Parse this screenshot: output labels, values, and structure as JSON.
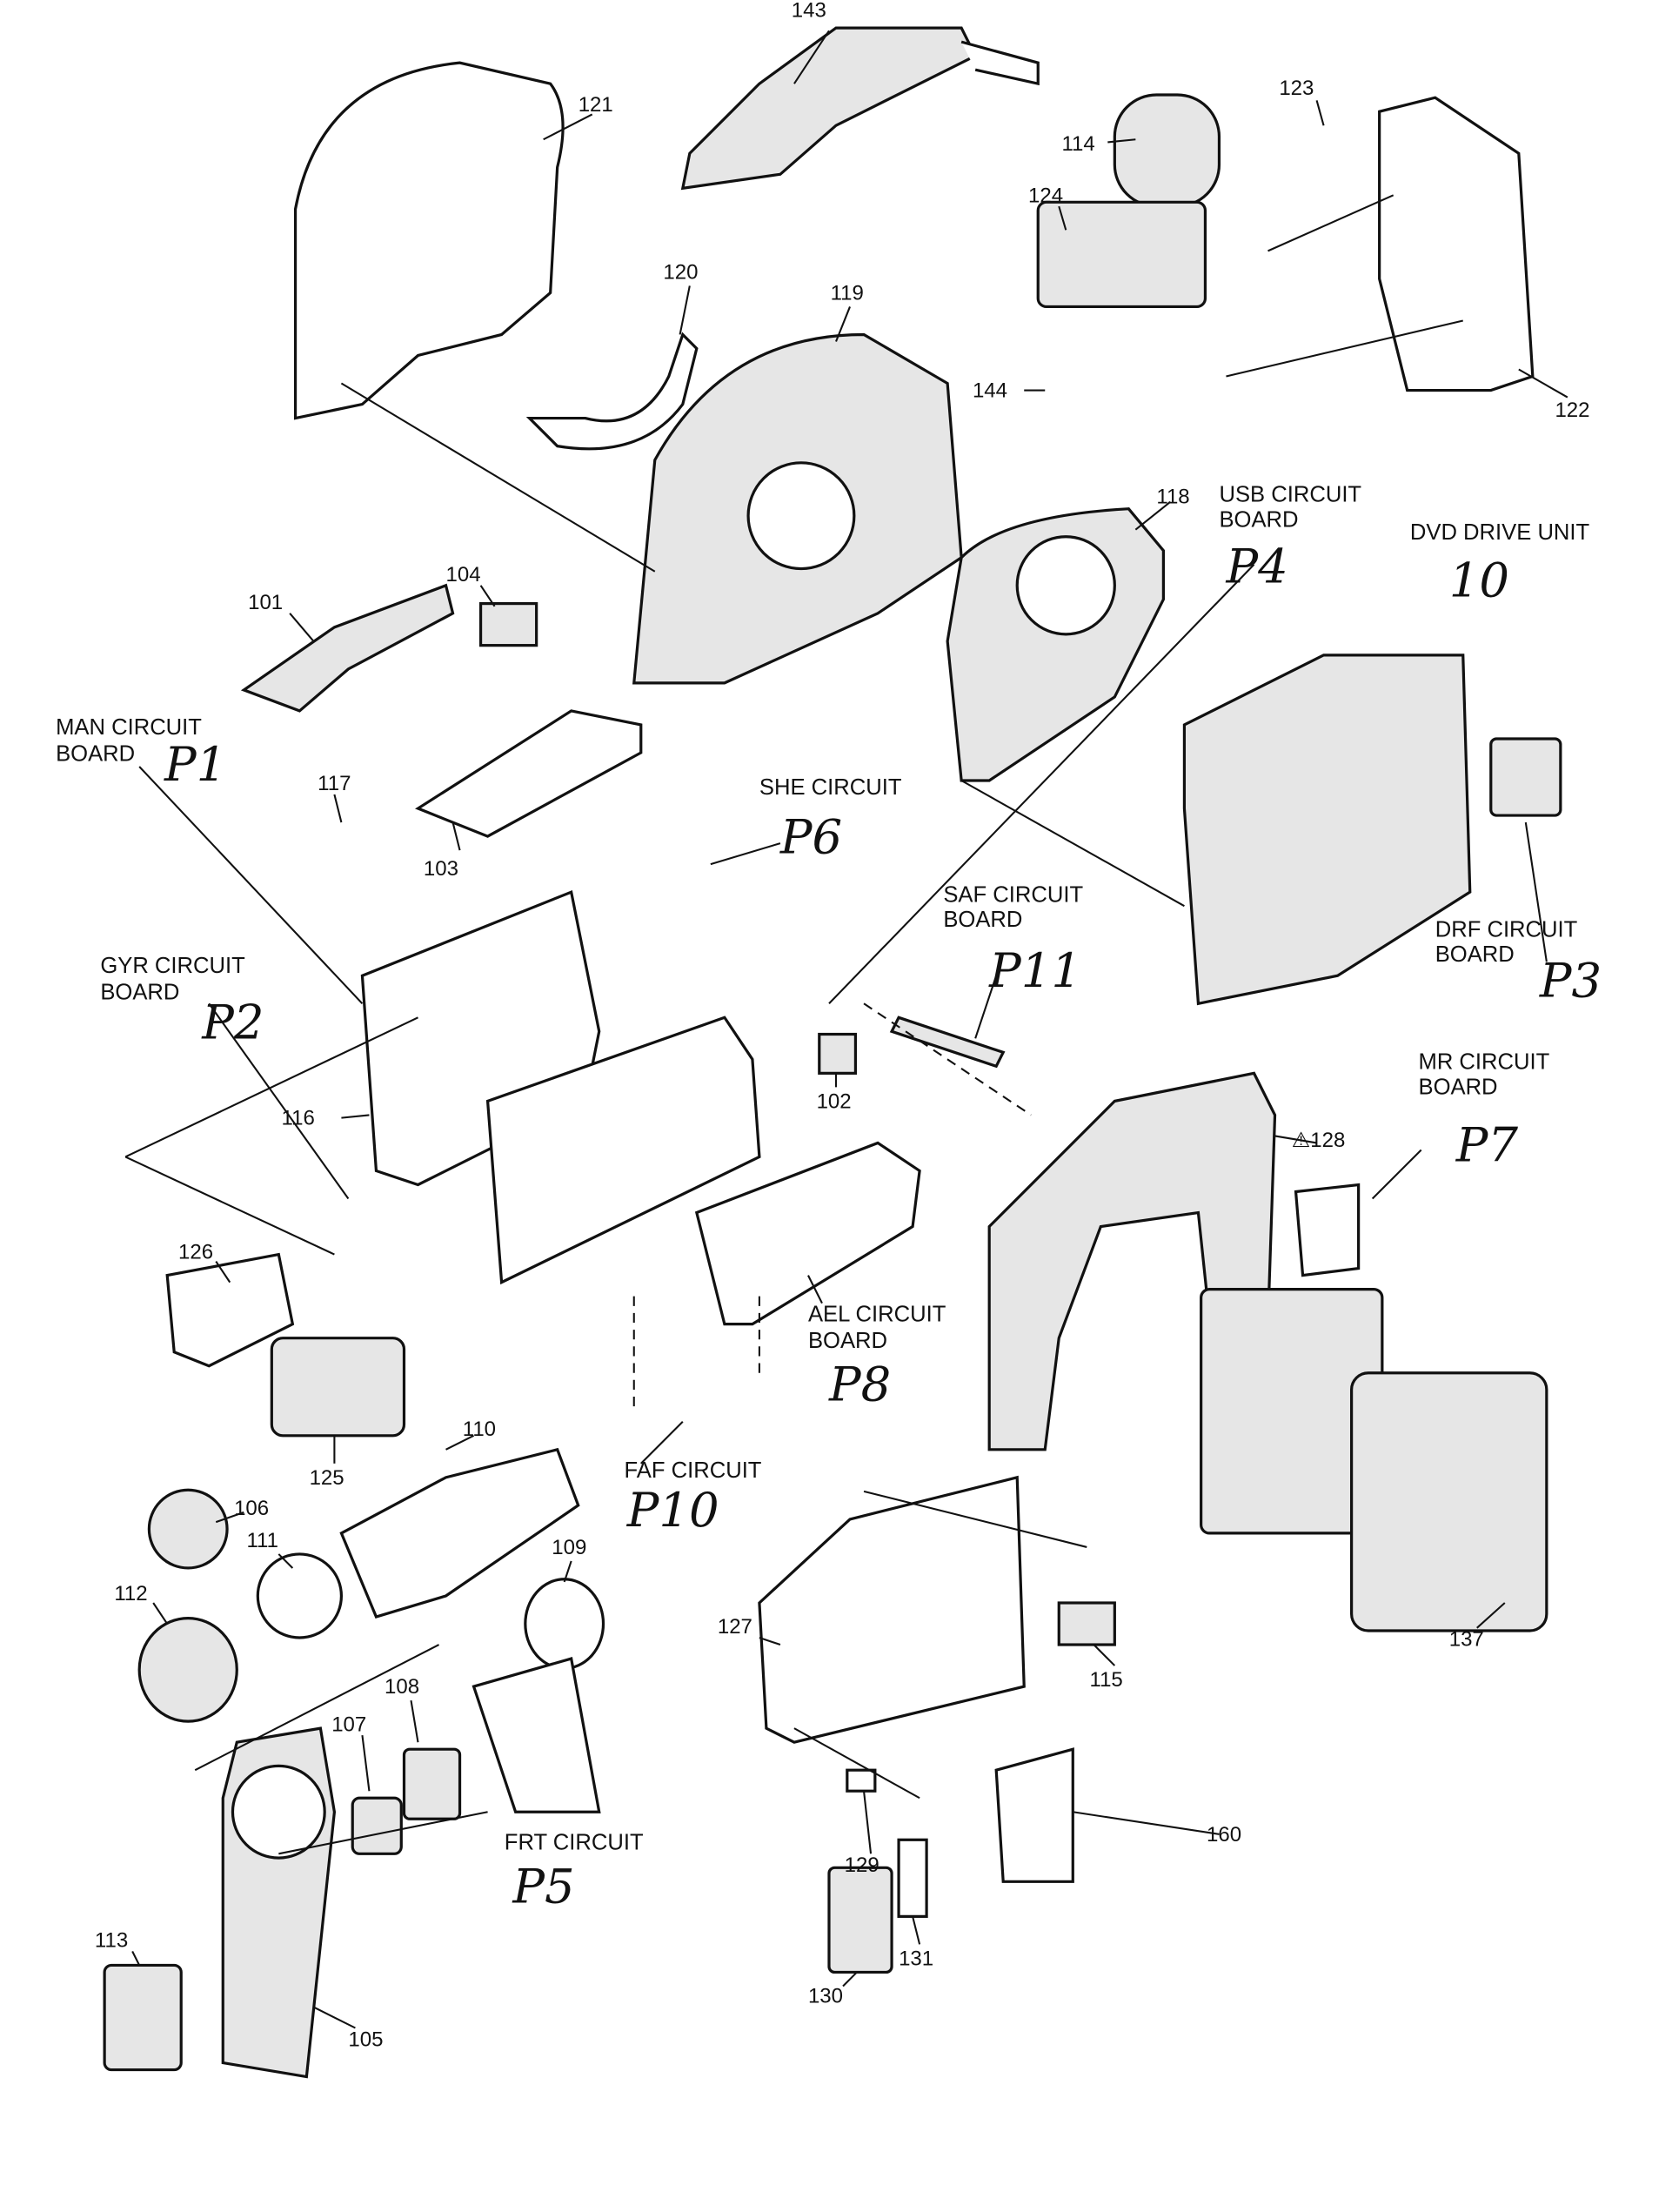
{
  "title": "Camcorder exploded parts diagram",
  "part_numbers": [
    "143",
    "121",
    "114",
    "123",
    "124",
    "120",
    "119",
    "144",
    "122",
    "118",
    "101",
    "104",
    "117",
    "103",
    "116",
    "102",
    "128",
    "126",
    "110",
    "125",
    "106",
    "111",
    "109",
    "112",
    "137",
    "127",
    "115",
    "108",
    "107",
    "129",
    "160",
    "113",
    "131",
    "130",
    "105"
  ],
  "warning_part": {
    "symbol": "⚠",
    "number": "128"
  },
  "boards": {
    "usb": {
      "line1": "USB CIRCUIT",
      "line2": "BOARD",
      "code": "P4"
    },
    "dvd": {
      "line1": "DVD DRIVE UNIT",
      "code": "10"
    },
    "man": {
      "line1": "MAN CIRCUIT",
      "line2": "BOARD",
      "code": "P1"
    },
    "she": {
      "line1": "SHE CIRCUIT",
      "code": "P6"
    },
    "saf": {
      "line1": "SAF CIRCUIT",
      "line2": "BOARD",
      "code": "P11"
    },
    "drf": {
      "line1": "DRF CIRCUIT",
      "line2": "BOARD",
      "code": "P3"
    },
    "gyr": {
      "line1": "GYR CIRCUIT",
      "line2": "BOARD",
      "code": "P2"
    },
    "mr": {
      "line1": "MR CIRCUIT",
      "line2": "BOARD",
      "code": "P7"
    },
    "ael": {
      "line1": "AEL CIRCUIT",
      "line2": "BOARD",
      "code": "P8"
    },
    "faf": {
      "line1": "FAF CIRCUIT",
      "code": "P10"
    },
    "frt": {
      "line1": "FRT CIRCUIT",
      "code": "P5"
    }
  }
}
